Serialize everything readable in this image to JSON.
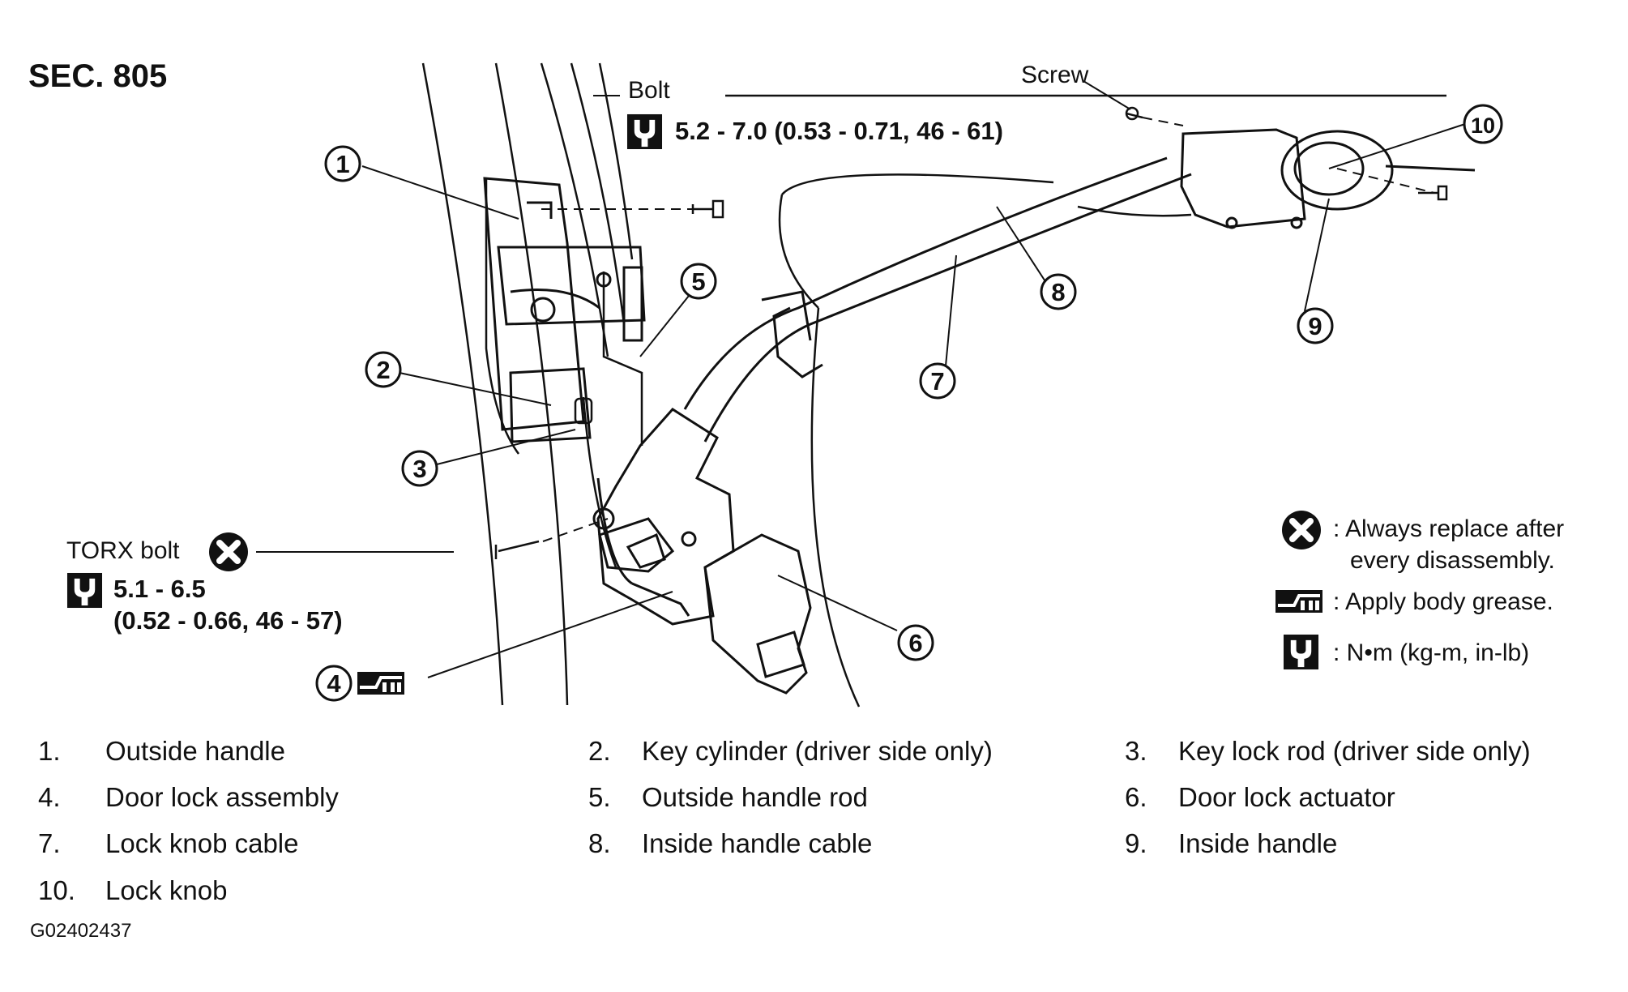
{
  "section": "SEC. 805",
  "labels": {
    "bolt": "Bolt",
    "bolt_torque": "5.2 - 7.0 (0.53 - 0.71, 46 - 61)",
    "screw": "Screw",
    "torx_bolt": "TORX bolt",
    "torx_torque_1": "5.1 - 6.5",
    "torx_torque_2": "(0.52 - 0.66, 46 - 57)"
  },
  "callouts": [
    "1",
    "2",
    "3",
    "4",
    "5",
    "6",
    "7",
    "8",
    "9",
    "10"
  ],
  "legend": {
    "replace_1": ": Always replace after",
    "replace_2": "every disassembly.",
    "grease": ": Apply body grease.",
    "torque": ": N•m  (kg-m,  in-lb)"
  },
  "parts": [
    {
      "num": "1.",
      "name": "Outside handle"
    },
    {
      "num": "2.",
      "name": "Key cylinder (driver side only)"
    },
    {
      "num": "3.",
      "name": "Key lock rod (driver side only)"
    },
    {
      "num": "4.",
      "name": "Door lock assembly"
    },
    {
      "num": "5.",
      "name": "Outside handle rod"
    },
    {
      "num": "6.",
      "name": "Door lock actuator"
    },
    {
      "num": "7.",
      "name": "Lock knob cable"
    },
    {
      "num": "8.",
      "name": "Inside handle cable"
    },
    {
      "num": "9.",
      "name": "Inside handle"
    },
    {
      "num": "10.",
      "name": "Lock knob"
    }
  ],
  "figure_code": "G02402437",
  "icons": {
    "replace": "x-circle-icon",
    "grease": "grease-icon",
    "torque": "torque-wrench-icon"
  }
}
